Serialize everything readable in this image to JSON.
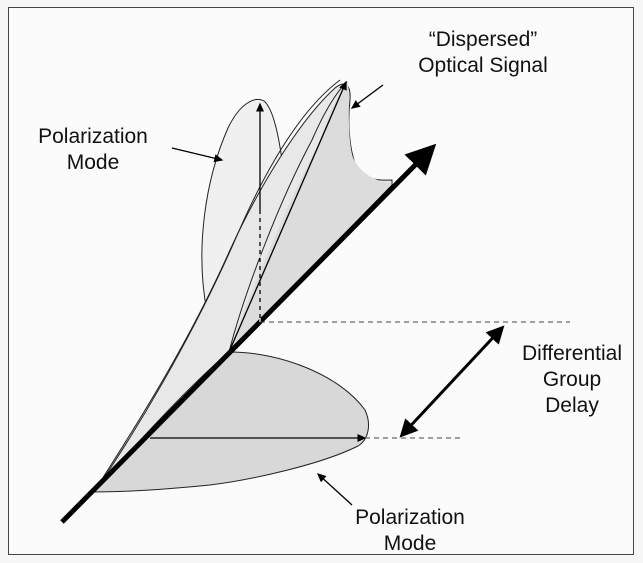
{
  "labels": {
    "dispersed_signal_line1": "“Dispersed”",
    "dispersed_signal_line2": "Optical Signal",
    "polarization_mode_top_line1": "Polarization",
    "polarization_mode_top_line2": "Mode",
    "differential_line1": "Differential",
    "differential_line2": "Group",
    "differential_line3": "Delay",
    "polarization_mode_bottom_line1": "Polarization",
    "polarization_mode_bottom_line2": "Mode"
  }
}
